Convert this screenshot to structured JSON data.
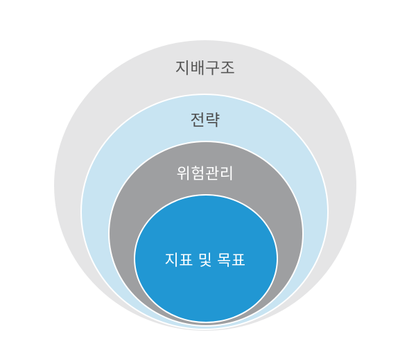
{
  "page": {
    "background": "#ffffff"
  },
  "diagram": {
    "type": "nested-circles",
    "stroke_color": "#ffffff",
    "rings": [
      {
        "id": "governance",
        "label": "지배구조",
        "fill": "#e5e5e6",
        "label_color": "#575757"
      },
      {
        "id": "strategy",
        "label": "전략",
        "fill": "#c8e4f2",
        "label_color": "#4d4d4d"
      },
      {
        "id": "risk-management",
        "label": "위험관리",
        "fill": "#9e9fa1",
        "label_color": "#ffffff"
      },
      {
        "id": "metrics-and-targets",
        "label": "지표 및 목표",
        "fill": "#2197d3",
        "label_color": "#ffffff"
      }
    ]
  }
}
